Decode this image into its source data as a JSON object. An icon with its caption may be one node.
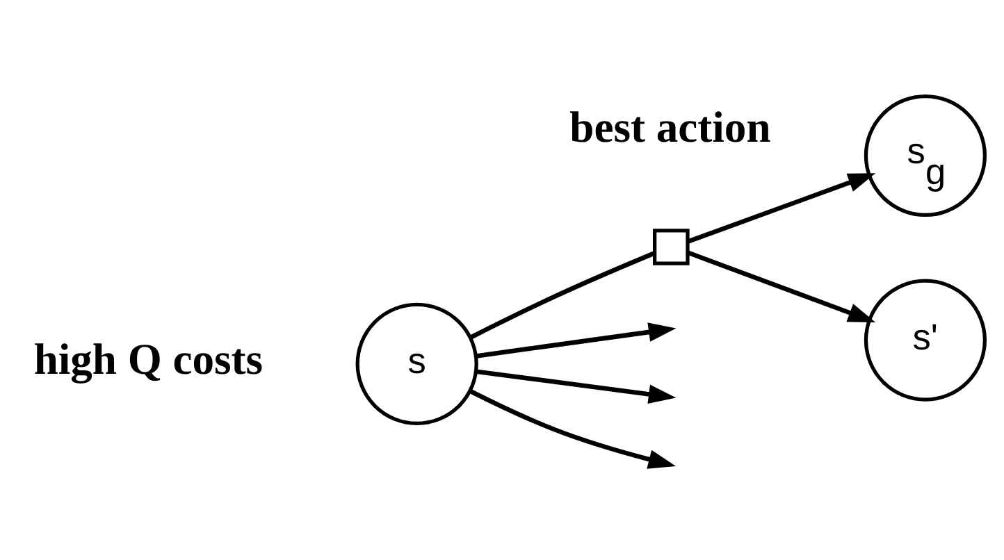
{
  "diagram": {
    "nodes": [
      {
        "text": [
          "s"
        ]
      },
      {
        "text": [],
        "shape": "box"
      },
      {
        "text": [
          "s$_{g}$"
        ]
      },
      {
        "text": [
          "s'"
        ]
      }
    ],
    "edges": [
      {
        "from": 0,
        "to": null,
        "arrow": "to"
      },
      {
        "from": 0,
        "to": null,
        "arrow": "to"
      },
      {
        "from": 0,
        "to": null,
        "arrow": "to"
      },
      {
        "from": 0,
        "to": 1,
        "arrow": "none"
      },
      {
        "from": 1,
        "to": 2,
        "arrow": "to"
      },
      {
        "from": 1,
        "to": 3,
        "arrow": "to"
      }
    ],
    "labels": [
      "high Q costs",
      "best action"
    ]
  }
}
